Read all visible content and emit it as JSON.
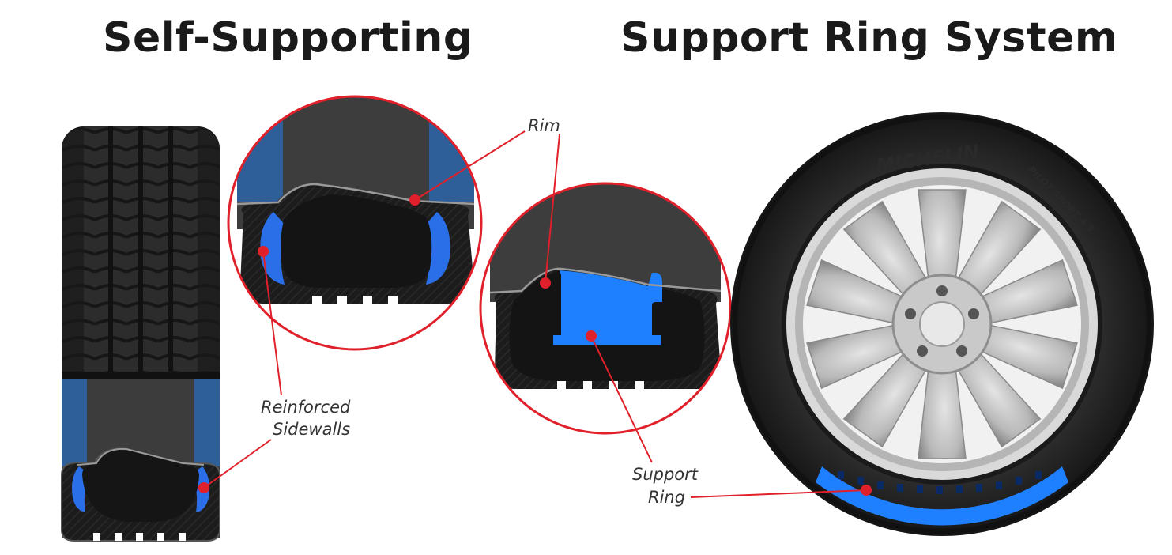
{
  "titles": {
    "left": "Self-Supporting",
    "right": "Support Ring System"
  },
  "labels": {
    "rim": "Rim",
    "reinforced_line1": "Reinforced",
    "reinforced_line2": "Sidewalls",
    "support_line1": "Support",
    "support_line2": "Ring"
  },
  "tire_branding": {
    "brand": "MICHELIN",
    "model": "PILOT SPORT 4 S"
  },
  "colors": {
    "accent_red": "#e0202a",
    "sidewall_blue": "#2b6fe8",
    "support_ring_blue": "#1e7fff",
    "rubber_dark": "#2b2b2b",
    "rim_grey": "#4a4a4a"
  }
}
